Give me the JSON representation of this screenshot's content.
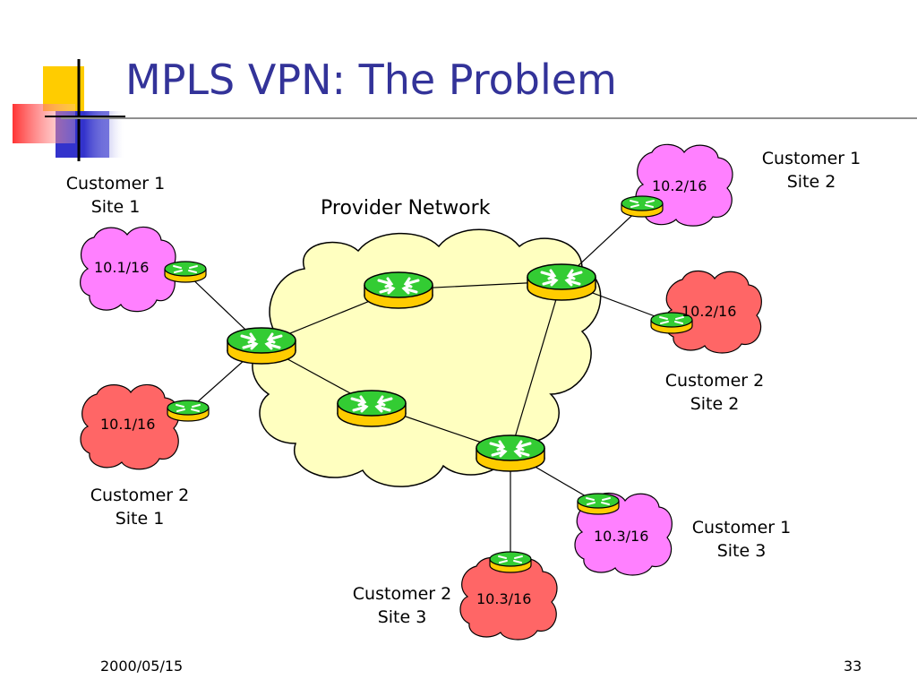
{
  "title": "MPLS VPN: The Problem",
  "provider_label": "Provider Network",
  "colors": {
    "title": "#333399",
    "provider_cloud": "#ffffc0",
    "customer1": "#ff80ff",
    "customer2": "#ff6666",
    "router_top": "#33cc33",
    "router_side": "#ffcc00",
    "accent_yellow": "#ffcc00",
    "accent_red": "#ff5050",
    "accent_blue": "#3333cc"
  },
  "sites": [
    {
      "id": "c1s1",
      "name_line1": "Customer 1",
      "name_line2": "Site 1",
      "prefix": "10.1/16",
      "customer": "customer1"
    },
    {
      "id": "c2s1",
      "name_line1": "Customer 2",
      "name_line2": "Site 1",
      "prefix": "10.1/16",
      "customer": "customer2"
    },
    {
      "id": "c1s2",
      "name_line1": "Customer 1",
      "name_line2": "Site 2",
      "prefix": "10.2/16",
      "customer": "customer1"
    },
    {
      "id": "c2s2",
      "name_line1": "Customer 2",
      "name_line2": "Site 2",
      "prefix": "10.2/16",
      "customer": "customer2"
    },
    {
      "id": "c1s3",
      "name_line1": "Customer 1",
      "name_line2": "Site 3",
      "prefix": "10.3/16",
      "customer": "customer1"
    },
    {
      "id": "c2s3",
      "name_line1": "Customer 2",
      "name_line2": "Site 3",
      "prefix": "10.3/16",
      "customer": "customer2"
    }
  ],
  "footer": {
    "date": "2000/05/15",
    "page": "33"
  }
}
